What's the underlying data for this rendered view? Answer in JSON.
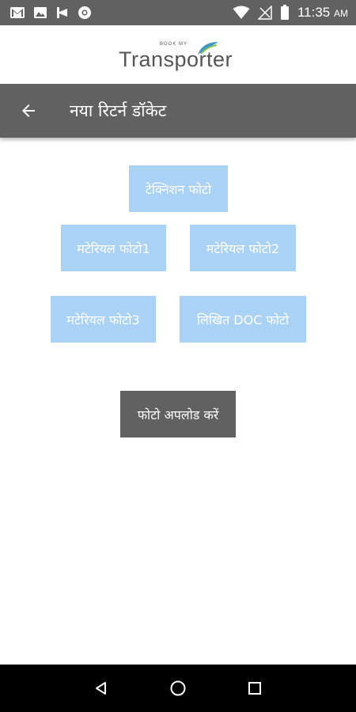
{
  "status_bar": {
    "time": "11:35",
    "ampm": "AM",
    "icons": [
      "gmail-icon",
      "image-icon",
      "flag-icon",
      "chrome-icon",
      "wifi-icon",
      "signal-icon",
      "battery-icon"
    ]
  },
  "logo": {
    "small_text": "BOOK MY",
    "main_text": "Transporter"
  },
  "app_bar": {
    "title": "नया रिटर्न डॉकेट"
  },
  "buttons": {
    "technician_photo": "टेक्निशन फोटो",
    "material_photo_1": "मटेरियल फोटो1",
    "material_photo_2": "मटेरियल फोटो2",
    "material_photo_3": "मटेरियल फोटो3",
    "written_doc_photo": "लिखित DOC फोटो",
    "upload_photo": "फोटो अपलोड करें"
  },
  "colors": {
    "app_bar": "#616161",
    "light_button": "#a9d2f4",
    "dark_button": "#616161",
    "nav_bar": "#000000"
  }
}
